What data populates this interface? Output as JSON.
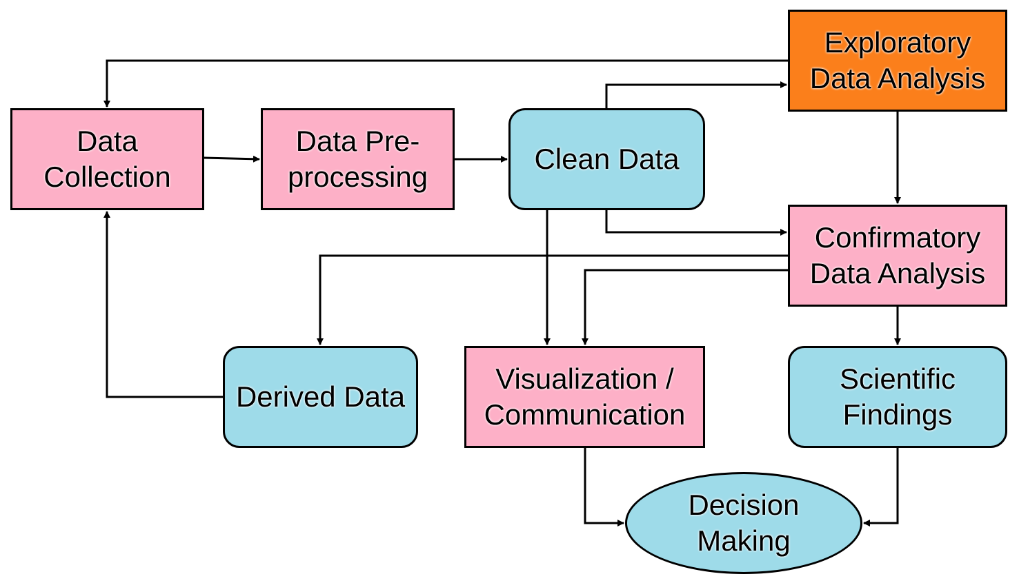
{
  "diagram": {
    "nodes": {
      "data_collection": {
        "lines": [
          "Data",
          "Collection"
        ],
        "shape": "rectangle",
        "color": "#fdb0c7"
      },
      "data_preprocessing": {
        "lines": [
          "Data Pre-",
          "processing"
        ],
        "shape": "rectangle",
        "color": "#fdb0c7"
      },
      "clean_data": {
        "lines": [
          "Clean Data"
        ],
        "shape": "rounded-rectangle",
        "color": "#9edbe9"
      },
      "exploratory": {
        "lines": [
          "Exploratory",
          "Data Analysis"
        ],
        "shape": "rectangle",
        "color": "#fb7f1b"
      },
      "confirmatory": {
        "lines": [
          "Confirmatory",
          "Data Analysis"
        ],
        "shape": "rectangle",
        "color": "#fdb0c7"
      },
      "derived_data": {
        "lines": [
          "Derived Data"
        ],
        "shape": "rounded-rectangle",
        "color": "#9edbe9"
      },
      "visualization": {
        "lines": [
          "Visualization /",
          "Communication"
        ],
        "shape": "rectangle",
        "color": "#fdb0c7"
      },
      "scientific_findings": {
        "lines": [
          "Scientific",
          "Findings"
        ],
        "shape": "rounded-rectangle",
        "color": "#9edbe9"
      },
      "decision_making": {
        "lines": [
          "Decision",
          "Making"
        ],
        "shape": "ellipse",
        "color": "#9edbe9"
      }
    },
    "edges": [
      {
        "from": "data_collection",
        "to": "data_preprocessing"
      },
      {
        "from": "data_preprocessing",
        "to": "clean_data"
      },
      {
        "from": "clean_data",
        "to": "exploratory"
      },
      {
        "from": "clean_data",
        "to": "confirmatory"
      },
      {
        "from": "clean_data",
        "to": "visualization"
      },
      {
        "from": "exploratory",
        "to": "data_collection"
      },
      {
        "from": "exploratory",
        "to": "confirmatory"
      },
      {
        "from": "confirmatory",
        "to": "derived_data"
      },
      {
        "from": "confirmatory",
        "to": "visualization"
      },
      {
        "from": "confirmatory",
        "to": "scientific_findings"
      },
      {
        "from": "derived_data",
        "to": "data_collection"
      },
      {
        "from": "visualization",
        "to": "decision_making"
      },
      {
        "from": "scientific_findings",
        "to": "decision_making"
      }
    ]
  }
}
